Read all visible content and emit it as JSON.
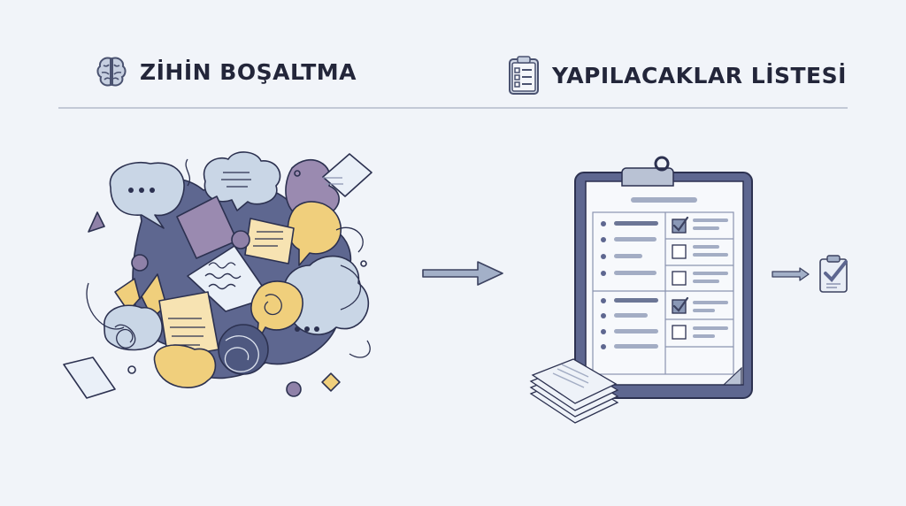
{
  "left_section": {
    "title": "ZİHİN BOŞALTMA",
    "icon": "brain-icon"
  },
  "right_section": {
    "title": "YAPILACAKLAR LİSTESİ",
    "icon": "clipboard-list-icon"
  },
  "flow": {
    "arrow_main": "arrow-right-icon",
    "arrow_small": "arrow-right-icon",
    "result_icon": "clipboard-check-icon"
  },
  "checklist": {
    "groups": [
      {
        "items": 4,
        "checks": [
          true,
          false,
          false
        ]
      },
      {
        "items": 4,
        "checks": [
          true,
          false
        ]
      }
    ]
  },
  "colors": {
    "background": "#f1f4f9",
    "text_dark": "#23263a",
    "slate": "#5e6790",
    "light_blue": "#c9d6e6",
    "yellow": "#f0cf7c",
    "purple": "#8f81a8",
    "navy": "#4e5880"
  }
}
